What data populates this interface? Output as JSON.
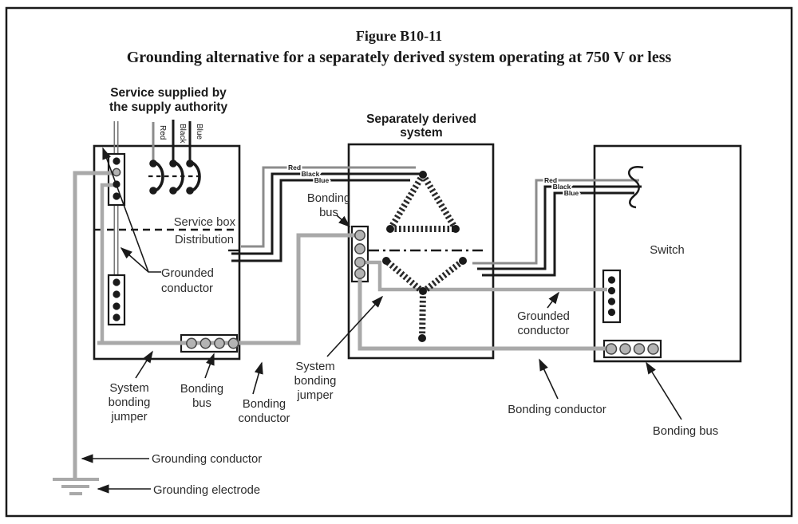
{
  "figure": {
    "title": "Figure B10-11",
    "subtitle": "Grounding alternative for a separately derived system operating at 750 V or less"
  },
  "boxes": {
    "supply": {
      "heading1": "Service supplied by",
      "heading2": "the supply authority",
      "section_top": "Service box",
      "section_bottom": "Distribution"
    },
    "derived": {
      "heading1": "Separately derived",
      "heading2": "system"
    },
    "switch_box": {
      "label": "Switch"
    }
  },
  "wires": {
    "red": "Red",
    "black": "Black",
    "blue": "Blue"
  },
  "labels": {
    "grounded_conductor_1": "Grounded",
    "grounded_conductor_2": "conductor",
    "system_bonding_jumper_1": "System",
    "system_bonding_jumper_2": "bonding",
    "system_bonding_jumper_3": "jumper",
    "bonding_bus_1": "Bonding",
    "bonding_bus_2": "bus",
    "bonding_conductor_1": "Bonding",
    "bonding_conductor_2": "conductor",
    "bonding_conductor": "Bonding conductor",
    "bonding_bus": "Bonding bus",
    "grounding_conductor": "Grounding conductor",
    "grounding_electrode": "Grounding electrode"
  },
  "colors": {
    "line_black": "#1a1a1a",
    "text_dark": "#2b2b2b",
    "wire_gray": "#a9a9a9",
    "red_wire_gray": "#8c8c8c",
    "terminal_gray": "#b3b3b3"
  }
}
